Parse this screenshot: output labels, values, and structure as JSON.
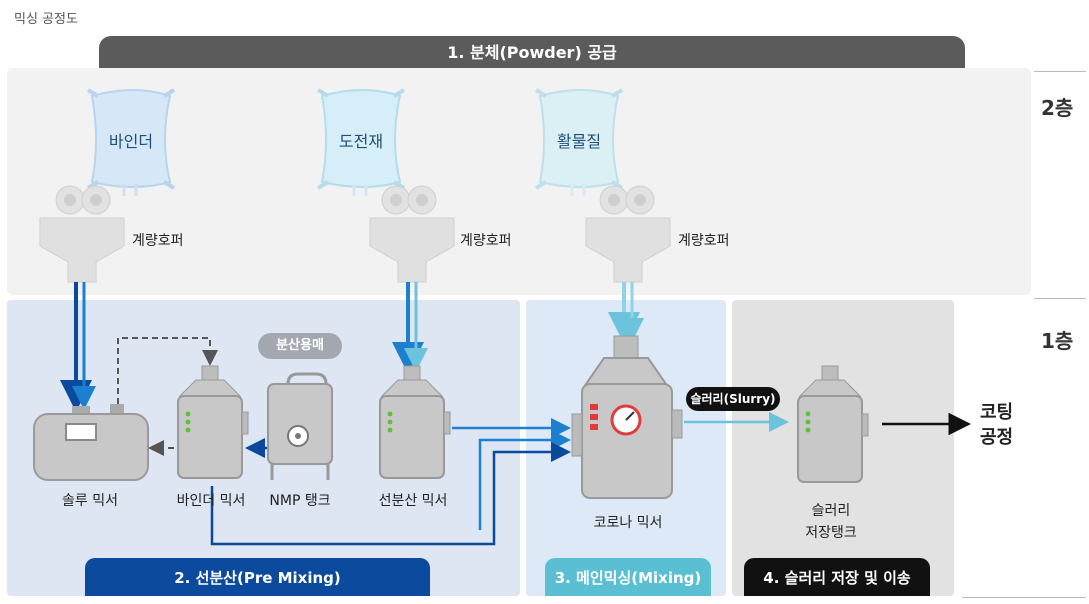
{
  "page_label": "믹싱 공정도",
  "stages": {
    "powder_supply": "1. 분체(Powder) 공급",
    "pre_mixing": "2. 선분산(Pre Mixing)",
    "main_mixing": "3. 메인믹싱(Mixing)",
    "storage_transfer": "4. 슬러리 저장 및 이송"
  },
  "floors": {
    "upper": "2층",
    "lower": "1층"
  },
  "bags": [
    "바인더",
    "도전재",
    "활물질"
  ],
  "hopper_label": "계량호퍼",
  "solvent_tag": "분산용매",
  "equipment": {
    "solu_mixer": "솔루 믹서",
    "binder_mixer": "바인더 믹서",
    "nmp_tank": "NMP 탱크",
    "pre_disp_mixer": "선분산 믹서",
    "corona_mixer": "코로나 믹서",
    "slurry_tank_line1": "슬러리",
    "slurry_tank_line2": "저장탱크"
  },
  "slurry_tag": "슬러리(Slurry)",
  "coating": {
    "line1": "코팅",
    "line2": "공정"
  },
  "colors": {
    "dark_blue": "#0a4a9c",
    "mid_blue": "#1d7fd0",
    "light_blue": "#8fd3e8",
    "banner_grey": "#5b5b5b",
    "zone_teal": "#5bbfd3",
    "equipment_grey": "#c7c7c7"
  }
}
